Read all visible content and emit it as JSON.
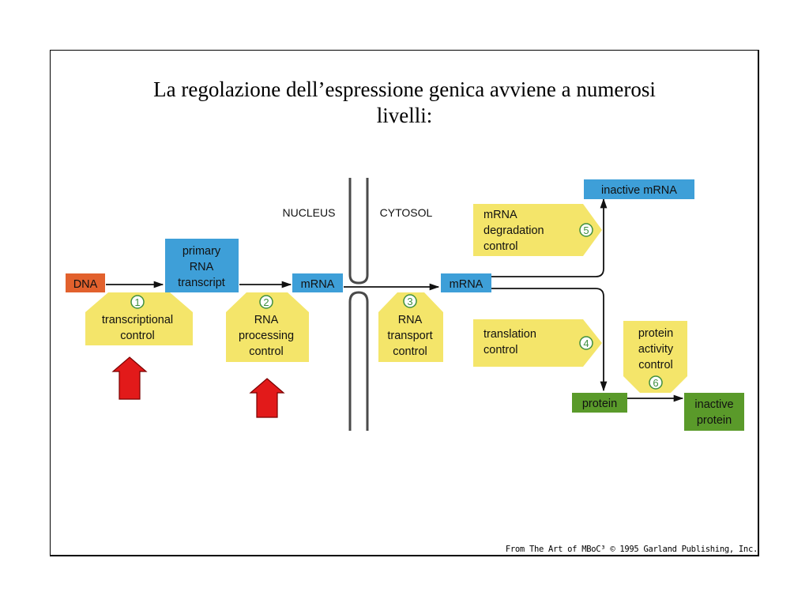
{
  "title_line1": "La regolazione dell’espressione genica avviene a numerosi",
  "title_line2": "livelli:",
  "compartments": {
    "nucleus": "NUCLEUS",
    "cytosol": "CYTOSOL"
  },
  "nodes": {
    "dna": "DNA",
    "primary_transcript": [
      "primary",
      "RNA",
      "transcript"
    ],
    "mrna_nucleus": "mRNA",
    "mrna_cytosol": "mRNA",
    "inactive_mrna": "inactive mRNA",
    "protein": "protein",
    "inactive_protein": [
      "inactive",
      "protein"
    ]
  },
  "controls": [
    {
      "number": "1",
      "label": [
        "transcriptional",
        "control"
      ]
    },
    {
      "number": "2",
      "label": [
        "RNA",
        "processing",
        "control"
      ]
    },
    {
      "number": "3",
      "label": [
        "RNA",
        "transport",
        "control"
      ]
    },
    {
      "number": "4",
      "label": [
        "translation",
        "control"
      ]
    },
    {
      "number": "5",
      "label": [
        "mRNA",
        "degradation",
        "control"
      ]
    },
    {
      "number": "6",
      "label": [
        "protein",
        "activity",
        "control"
      ]
    }
  ],
  "credit": "From The Art of MBoC³ © 1995 Garland Publishing, Inc.",
  "colors": {
    "dna": "#e2612d",
    "rna": "#3e9fd8",
    "protein": "#5a9a2a",
    "control": "#f4e56a",
    "number": "#3f8f3f",
    "highlight_arrow": "#e21a1a",
    "membrane": "#4a4a4a"
  }
}
